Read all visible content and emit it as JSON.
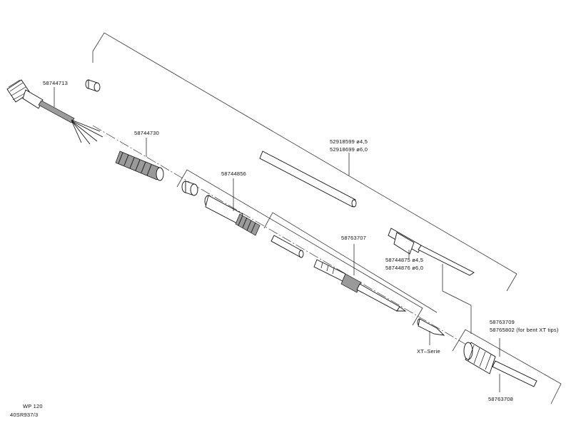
{
  "labels": {
    "cable": "58744713",
    "sleeve": "58744730",
    "tube_line1": "52918599   ø4,5",
    "tube_line2": "52918699   ø6,0",
    "housing": "58744856",
    "heater": "58763707",
    "clip_line1": "58744875   ø4,5",
    "clip_line2": "58744876   ø6,0",
    "grip_line1": "58763709",
    "grip_line2": "58765802 (for bent XT tips)",
    "tip": "XT–Serie",
    "grip_bottom": "58763708",
    "drawing_name": "WP 120",
    "drawing_number": "40SR937/3"
  }
}
